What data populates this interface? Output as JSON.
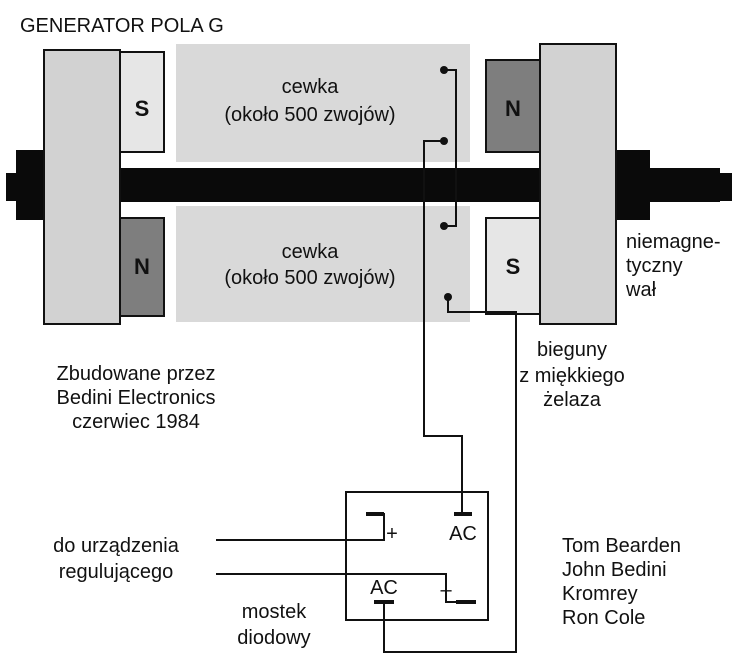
{
  "title": "GENERATOR POLA G",
  "coil_top": {
    "line1": "cewka",
    "line2": "(około 500 zwojów)"
  },
  "coil_bottom": {
    "line1": "cewka",
    "line2": "(około 500 zwojów)"
  },
  "poles": {
    "left_top": "S",
    "left_bottom": "N",
    "right_top": "N",
    "right_bottom": "S"
  },
  "shaft_label": [
    "niemagne-",
    "tyczny",
    "wał"
  ],
  "soft_iron_label": [
    "bieguny",
    "z miękkiego",
    "żelaza"
  ],
  "built_by": [
    "Zbudowane przez",
    "Bedini Electronics",
    "czerwiec 1984"
  ],
  "regulator_label": [
    "do urządzenia",
    "regulującego"
  ],
  "bridge": {
    "plus": "+",
    "ac_top": "AC",
    "ac_bottom": "AC",
    "minus": "–"
  },
  "bridge_label": [
    "mostek",
    "diodowy"
  ],
  "authors": [
    "Tom Bearden",
    "John Bedini",
    "Kromrey",
    "Ron Cole"
  ],
  "colors": {
    "plate": "#d2d2d2",
    "magnet_light": "#e6e6e6",
    "magnet_dark": "#7e7e7e",
    "coil": "#d9d9d9",
    "shaft": "#0a0a0a"
  }
}
